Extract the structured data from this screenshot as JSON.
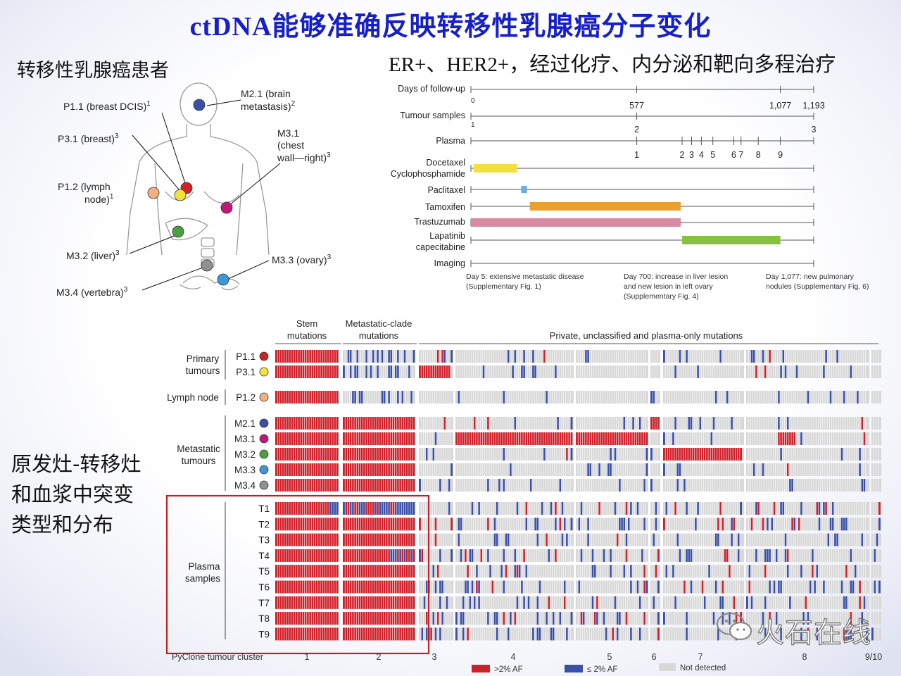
{
  "title": "ctDNA能够准确反映转移性乳腺癌分子变化",
  "left_heading": "转移性乳腺癌患者",
  "right_heading": "ER+、HER2+，经过化疗、内分泌和靶向多程治疗",
  "left_caption": "原发灶-转移灶和血浆中突变类型和分布",
  "colors": {
    "title": "#1720c8",
    "red": "#d0202a",
    "blue": "#3a4fa8",
    "grey": "#d8d8d8",
    "box": "#c41e1e"
  },
  "anatomy": {
    "labels": [
      {
        "id": "m21",
        "text": "M2.1 (brain",
        "text2": "metastasis)",
        "sup": "2",
        "color": "#3a4fa8"
      },
      {
        "id": "p11",
        "text": "P1.1 (breast DCIS)",
        "sup": "1",
        "color": "#d0202a"
      },
      {
        "id": "p31",
        "text": "P3.1 (breast)",
        "sup": "3",
        "color": "#f3e23a"
      },
      {
        "id": "m31",
        "text": "M3.1",
        "text2": "(chest",
        "text3": "wall—right)",
        "sup": "3",
        "color": "#c0187a"
      },
      {
        "id": "p12",
        "text": "P1.2 (lymph",
        "text2": "node)",
        "sup": "1",
        "color": "#f0b080"
      },
      {
        "id": "m32",
        "text": "M3.2 (liver)",
        "sup": "3",
        "color": "#4aa040"
      },
      {
        "id": "m33",
        "text": "M3.3 (ovary)",
        "sup": "3",
        "color": "#3a9ad8"
      },
      {
        "id": "m34",
        "text": "M3.4 (vertebra)",
        "sup": "3",
        "color": "#909090"
      }
    ]
  },
  "timeline": {
    "rows": [
      "Days of follow-up",
      "Tumour samples",
      "Plasma",
      "Docetaxel",
      "Cyclophosphamide",
      "Paclitaxel",
      "Tamoxifen",
      "Trastuzumab",
      "Lapatinib",
      "capecitabine",
      "Imaging"
    ],
    "day_ticks": [
      {
        "label": "0",
        "day": 0
      },
      {
        "label": "577",
        "day": 577
      },
      {
        "label": "1,077",
        "day": 1077
      },
      {
        "label": "1,193",
        "day": 1193
      }
    ],
    "tumour_samples": [
      {
        "label": "1",
        "day": 0
      },
      {
        "label": "2",
        "day": 577
      },
      {
        "label": "3",
        "day": 1193
      }
    ],
    "plasma_samples": [
      {
        "label": "1",
        "day": 577
      },
      {
        "label": "2",
        "day": 735
      },
      {
        "label": "3",
        "day": 768
      },
      {
        "label": "4",
        "day": 802
      },
      {
        "label": "5",
        "day": 842
      },
      {
        "label": "6",
        "day": 915
      },
      {
        "label": "7",
        "day": 940
      },
      {
        "label": "8",
        "day": 1000
      },
      {
        "label": "9",
        "day": 1077
      }
    ],
    "treatments": [
      {
        "row": "Docetaxel",
        "start": 10,
        "end": 160,
        "color": "#f2e040"
      },
      {
        "row": "Paclitaxel",
        "start": 175,
        "end": 195,
        "color": "#6aaee0"
      },
      {
        "row": "Tamoxifen",
        "start": 205,
        "end": 730,
        "color": "#e8a030"
      },
      {
        "row": "Trastuzumab",
        "start": 0,
        "end": 730,
        "color": "#d88aa0"
      },
      {
        "row": "Lapatinib",
        "start": 735,
        "end": 1077,
        "color": "#88c040"
      }
    ],
    "imaging_notes": [
      {
        "line1": "Day 5: extensive metastatic disease",
        "line2": "(Supplementary Fig. 1)",
        "line3": ""
      },
      {
        "line1": "Day 700: increase in liver lesion",
        "line2": "and new lesion in left ovary",
        "line3": "(Supplementary Fig. 4)"
      },
      {
        "line1": "Day 1,077: new pulmonary",
        "line2": "nodules (Supplementary Fig. 6)",
        "line3": ""
      }
    ]
  },
  "heatmap": {
    "headers": [
      {
        "line1": "Stem",
        "line2": "mutations"
      },
      {
        "line1": "Metastatic-clade",
        "line2": "mutations"
      },
      {
        "line1": "Private, unclassified and plasma-only mutations",
        "line2": ""
      }
    ],
    "groups": [
      {
        "label1": "Primary",
        "label2": "tumours",
        "rows": [
          "P1.1",
          "P3.1"
        ]
      },
      {
        "label1": "Lymph node",
        "label2": "",
        "rows": [
          "P1.2"
        ]
      },
      {
        "label1": "Metastatic",
        "label2": "tumours",
        "rows": [
          "M2.1",
          "M3.1",
          "M3.2",
          "M3.3",
          "M3.4"
        ]
      },
      {
        "label1": "Plasma",
        "label2": "samples",
        "rows": [
          "T1",
          "T2",
          "T3",
          "T4",
          "T5",
          "T6",
          "T7",
          "T8",
          "T9"
        ]
      }
    ],
    "row_dots": {
      "P1.1": "#d0202a",
      "P3.1": "#f3e23a",
      "P1.2": "#f0b080",
      "M2.1": "#3a4fa8",
      "M3.1": "#c0187a",
      "M3.2": "#4aa040",
      "M3.3": "#3a9ad8",
      "M3.4": "#909090"
    },
    "cluster_axis_label": "PyClone tumour cluster",
    "clusters": [
      "1",
      "2",
      "3",
      "4",
      "5",
      "6",
      "7",
      "8",
      "9/10"
    ],
    "legend": [
      {
        "label": ">2% AF",
        "color": "#d0202a"
      },
      {
        "label": "≤ 2% AF",
        "color": "#3a4fa8"
      },
      {
        "label": "Not detected",
        "color": "#d8d8d8"
      }
    ]
  },
  "watermark": "火石在线"
}
